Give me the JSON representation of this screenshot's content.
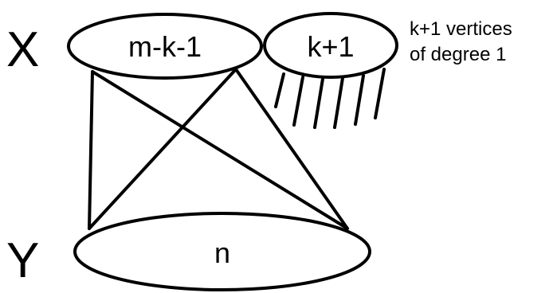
{
  "labels": {
    "set_x": "X",
    "set_y": "Y"
  },
  "nodes": {
    "top_left": "m-k-1",
    "top_right": "k+1",
    "bottom": "n"
  },
  "note": {
    "line1": "k+1 vertices",
    "line2": "of degree 1"
  },
  "colors": {
    "stroke": "#000000",
    "background": "#ffffff"
  }
}
